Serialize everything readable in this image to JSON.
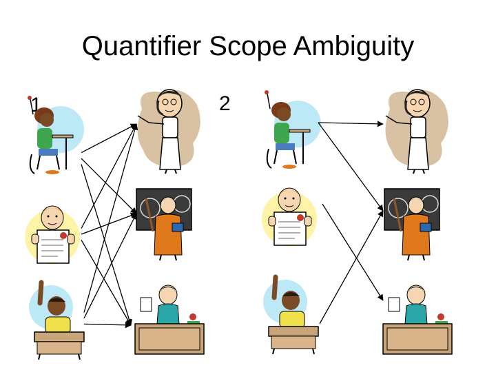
{
  "slide": {
    "title": "Quantifier Scope Ambiguity"
  },
  "panels": [
    {
      "label": "1",
      "arrows": [
        [
          "student-1",
          "teacher-1"
        ],
        [
          "student-1",
          "teacher-2"
        ],
        [
          "student-1",
          "teacher-3"
        ],
        [
          "student-2",
          "teacher-1"
        ],
        [
          "student-2",
          "teacher-2"
        ],
        [
          "student-2",
          "teacher-3"
        ],
        [
          "student-3",
          "teacher-1"
        ],
        [
          "student-3",
          "teacher-2"
        ],
        [
          "student-3",
          "teacher-3"
        ]
      ]
    },
    {
      "label": "2",
      "arrows": [
        [
          "student-1",
          "teacher-1"
        ],
        [
          "student-1",
          "teacher-2"
        ],
        [
          "student-2",
          "teacher-3"
        ],
        [
          "student-3",
          "teacher-2"
        ]
      ]
    }
  ],
  "colors": {
    "ink": "#000000",
    "skin_light": "#f5d6b0",
    "skin_dark": "#7a4a24",
    "skin_mid": "#b07040",
    "backdrop_blue": "#bde8f5",
    "backdrop_yellow": "#fff3a8",
    "backdrop_tan": "#d9c2a4",
    "chalkboard": "#3a3a3a",
    "orange_suit": "#e0791b",
    "teal_shirt": "#2aa6a6",
    "desk_tan": "#c9a57a"
  }
}
